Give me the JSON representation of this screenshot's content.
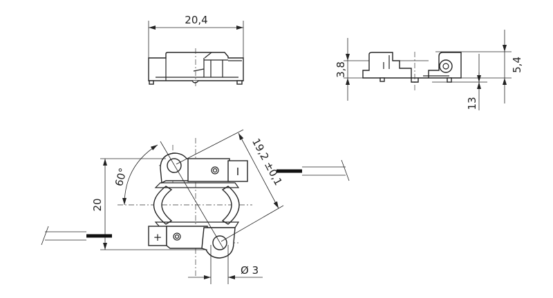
{
  "title": "Coin cell battery holder – dimensional drawing",
  "dimensions": {
    "width_top": "20,4",
    "height_body": "3,8",
    "height_total": "5,4",
    "pin_length": "13",
    "pitch_vertical": "20",
    "angle": "60°",
    "pin_spacing": "19,2 ±0,1",
    "hole_diameter": "Ø 3"
  },
  "markings": {
    "plus": "+",
    "minus": "I"
  },
  "colors": {
    "line": "#222222",
    "background": "#ffffff"
  }
}
